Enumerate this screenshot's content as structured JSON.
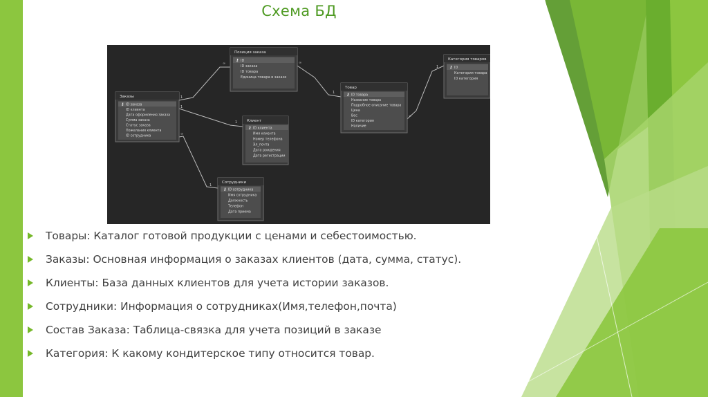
{
  "slide": {
    "title": "Схема БД"
  },
  "diagram": {
    "tables": [
      {
        "name": "Позиция заказа",
        "fields": [
          "ID",
          "ID заказа",
          "ID товара",
          "Единица товара в заказе"
        ]
      },
      {
        "name": "Категория товаров",
        "fields": [
          "ID",
          "Категория товара",
          "ID категория"
        ]
      },
      {
        "name": "Заказы",
        "fields": [
          "ID заказа",
          "ID клиента",
          "Дата оформления заказа",
          "Сумма заказа",
          "Статус заказа",
          "Пожелания клиента",
          "ID сотрудника"
        ]
      },
      {
        "name": "Товар",
        "fields": [
          "ID товара",
          "Название товара",
          "Подробное описание товара",
          "Цена",
          "Вес",
          "ID категория",
          "Наличие"
        ]
      },
      {
        "name": "Клиент",
        "fields": [
          "ID клиента",
          "Имя клиента",
          "Номер телефона",
          "Эл_почта",
          "Дата рождения",
          "Дата регистрации"
        ]
      },
      {
        "name": "Сотрудники",
        "fields": [
          "ID сотрудника",
          "Имя сотрудника",
          "Должность",
          "Телефон",
          "Дата приема"
        ]
      }
    ]
  },
  "bullets": [
    "Товары: Каталог готовой продукции с ценами и себестоимостью.",
    "Заказы: Основная информация о заказах клиентов (дата, сумма, статус).",
    "Клиенты: База данных клиентов для учета истории заказов.",
    "Сотрудники: Информация о сотрудниках(Имя,телефон,почта)",
    "Состав Заказа: Таблица-связка для учета позиций в заказе",
    "Категория: К какому кондитерское типу относится товар."
  ],
  "colors": {
    "title": "#4e9a22",
    "accent_green": "#76b82a",
    "diagram_bg": "#262626",
    "text": "#404040"
  }
}
